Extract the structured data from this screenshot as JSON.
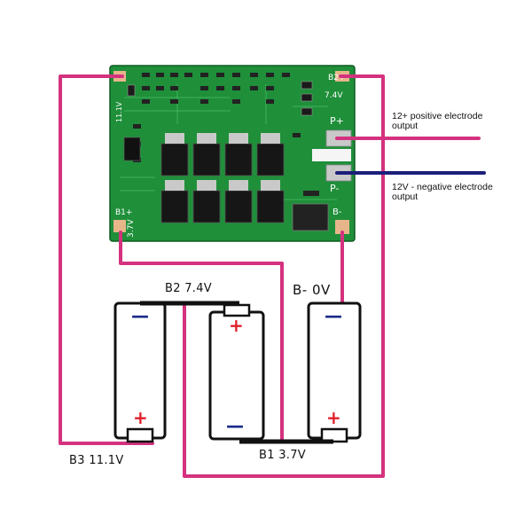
{
  "board": {
    "pad_b2": "B2+",
    "pad_b2_voltage": "7.4V",
    "pad_pplus": "P+",
    "pad_pminus": "P-",
    "pad_bminus": "B-",
    "pad_b1": "B1+",
    "pad_b1_voltage": "3.7V",
    "pad_b3_voltage": "11.1V"
  },
  "wires": {
    "positive_label_line1": "12+ positive electrode",
    "positive_label_line2": "output",
    "negative_label_line1": "12V - negative electrode",
    "negative_label_line2": "output"
  },
  "batteries": {
    "b2_label": "B2 7.4V",
    "bminus_label": "B- 0V",
    "b3_label": "B3 11.1V",
    "b1_label": "B1 3.7V",
    "plus_sign": "+",
    "minus_sign": "—"
  },
  "colors": {
    "wire_pink": "#d4327f",
    "wire_navy": "#1b1f7a",
    "pcb_green": "#1f8f3a",
    "plus_red": "#e0202a",
    "minus_blue": "#1a2a8a"
  }
}
